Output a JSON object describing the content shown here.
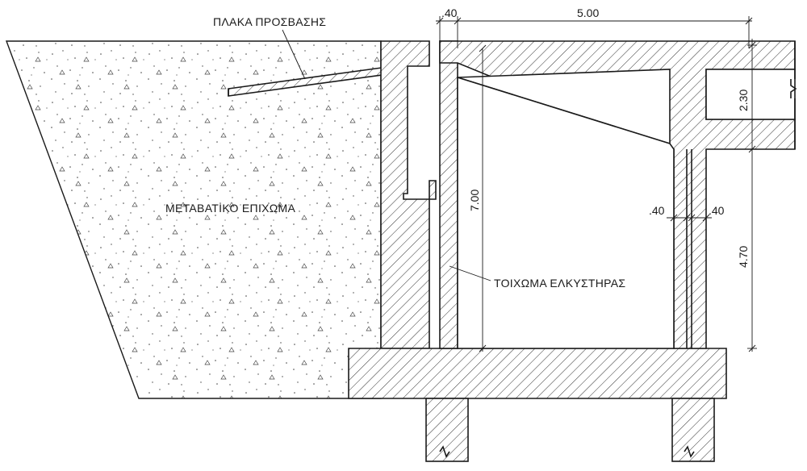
{
  "labels": {
    "approach_slab": "ΠΛΑΚΑ ΠΡΟΣΒΑΣΗΣ",
    "transition_fill": "ΜΕΤΑΒΑΤΙΚΟ ΕΠΙΧΩΜΑ",
    "abutment_wall": "ΤΟΙΧΩΜΑ ΕΛΚΥΣΤΗΡΑΣ"
  },
  "dimensions": {
    "wall_thickness_top": ".40",
    "span_width": "5.00",
    "total_height": "7.00",
    "upper_height": "2.30",
    "lower_height": "4.70",
    "left_gap": ".40",
    "right_gap": ".40"
  }
}
